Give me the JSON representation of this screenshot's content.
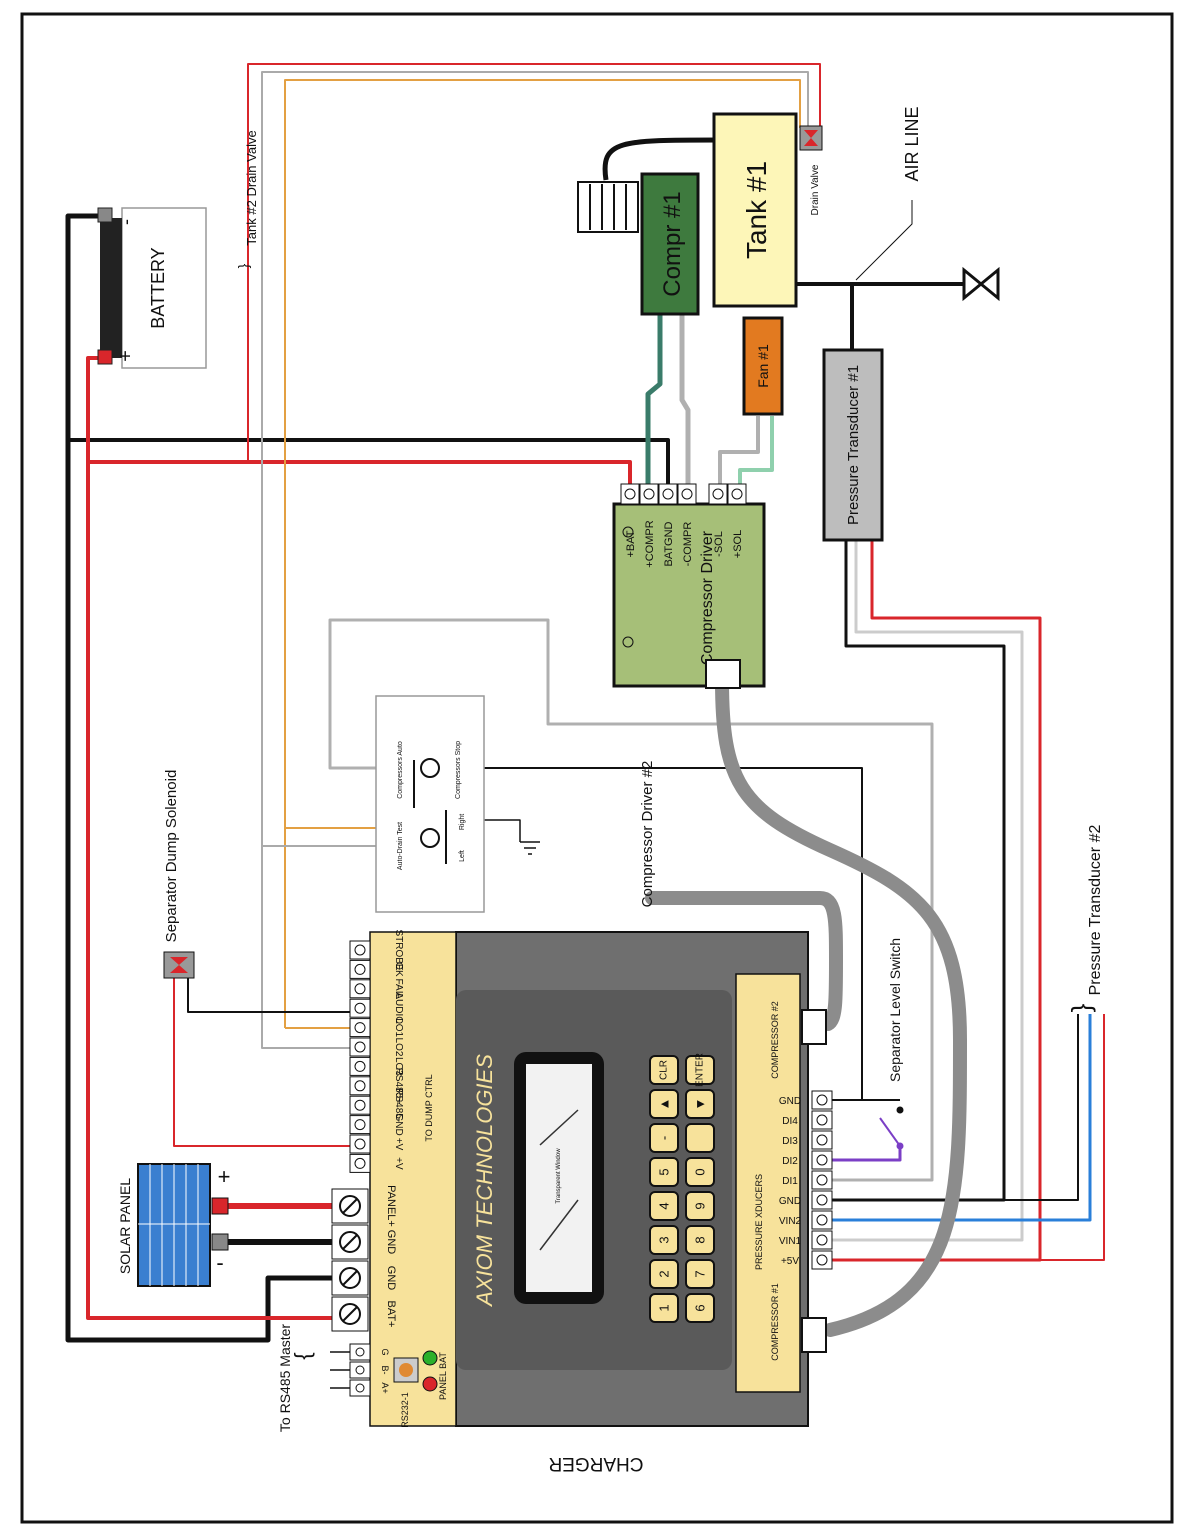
{
  "labels": {
    "battery": "BATTERY",
    "battery_plus": "+",
    "battery_minus": "-",
    "tank2_drain": "Tank #2 Drain Valve",
    "tank1": "Tank #1",
    "drain_valve": "Drain Valve",
    "compr1": "Compr #1",
    "air_line": "AIR LINE",
    "fan1": "Fan #1",
    "pressure_transducer_1": "Pressure Transducer #1",
    "pressure_transducer_2": "Pressure Transducer #2",
    "compressor_driver": "Compressor Driver",
    "compressor_driver_2": "Compressor Driver #2",
    "separator_dump_solenoid": "Separator Dump Solenoid",
    "separator_level_switch": "Separator Level Switch",
    "solar_panel": "SOLAR PANEL",
    "solar_plus": "+",
    "solar_minus": "-",
    "to_rs485_master": "To RS485 Master",
    "charger": "CHARGER",
    "axiom": "AXIOM TECHNOLOGIES",
    "transparent_window": "Transparent Window",
    "compressor_1": "COMPRESSOR #1",
    "compressor_2": "COMPRESSOR #2",
    "pressure_xducers": "PRESSURE XDUCERS",
    "to_dump_ctrl": "TO DUMP CTRL",
    "rs232": "RS232-1",
    "panel_bat_leds": "PANEL BAT",
    "auto_drain_test": "Auto-Drain Test",
    "left": "Left",
    "right": "Right",
    "compressors_auto": "Compressors Auto",
    "compressors_stop": "Compressors Stop"
  },
  "driver_terminals": [
    "+BAT",
    "+COMPR",
    "BATGND",
    "-COMPR",
    "-SOL",
    "+SOL"
  ],
  "alarm_terminals": [
    "STROBE",
    "OK",
    "FAIL",
    "AUDIO",
    "LO1",
    "LO2",
    "LO3",
    "RS485+",
    "RS485-",
    "GND",
    "+V",
    "+V"
  ],
  "power_terminals": [
    "PANEL+",
    "GND",
    "GND",
    "BAT+"
  ],
  "rs485_terminals": [
    "G",
    "B-",
    "A+"
  ],
  "input_terminals": [
    "GND",
    "DI4",
    "DI3",
    "DI2",
    "DI1",
    "GND",
    "VIN2",
    "VIN1",
    "+5V"
  ],
  "keypad": [
    "1",
    "2",
    "3",
    "4",
    "5",
    "-",
    "▲",
    "CLR",
    "6",
    "7",
    "8",
    "9",
    "0",
    " ",
    "▼",
    "ENTER"
  ],
  "colors": {
    "red": "#d9262b",
    "black": "#111111",
    "orange": "#e3a043",
    "gray": "#b0b0b0",
    "teal": "#3a7c6a",
    "mint": "#8fd0ad",
    "blue": "#2a7fd9",
    "purple": "#7b3fc6",
    "tank_fill": "#fdf6b8",
    "compressor_fill": "#3e7a3e",
    "fan_fill": "#e27a20",
    "driver_fill": "#a6bf78",
    "charger_fill": "#f7e29b",
    "charger_body": "#6f6f6f",
    "solar_fill": "#3a7fd0"
  }
}
